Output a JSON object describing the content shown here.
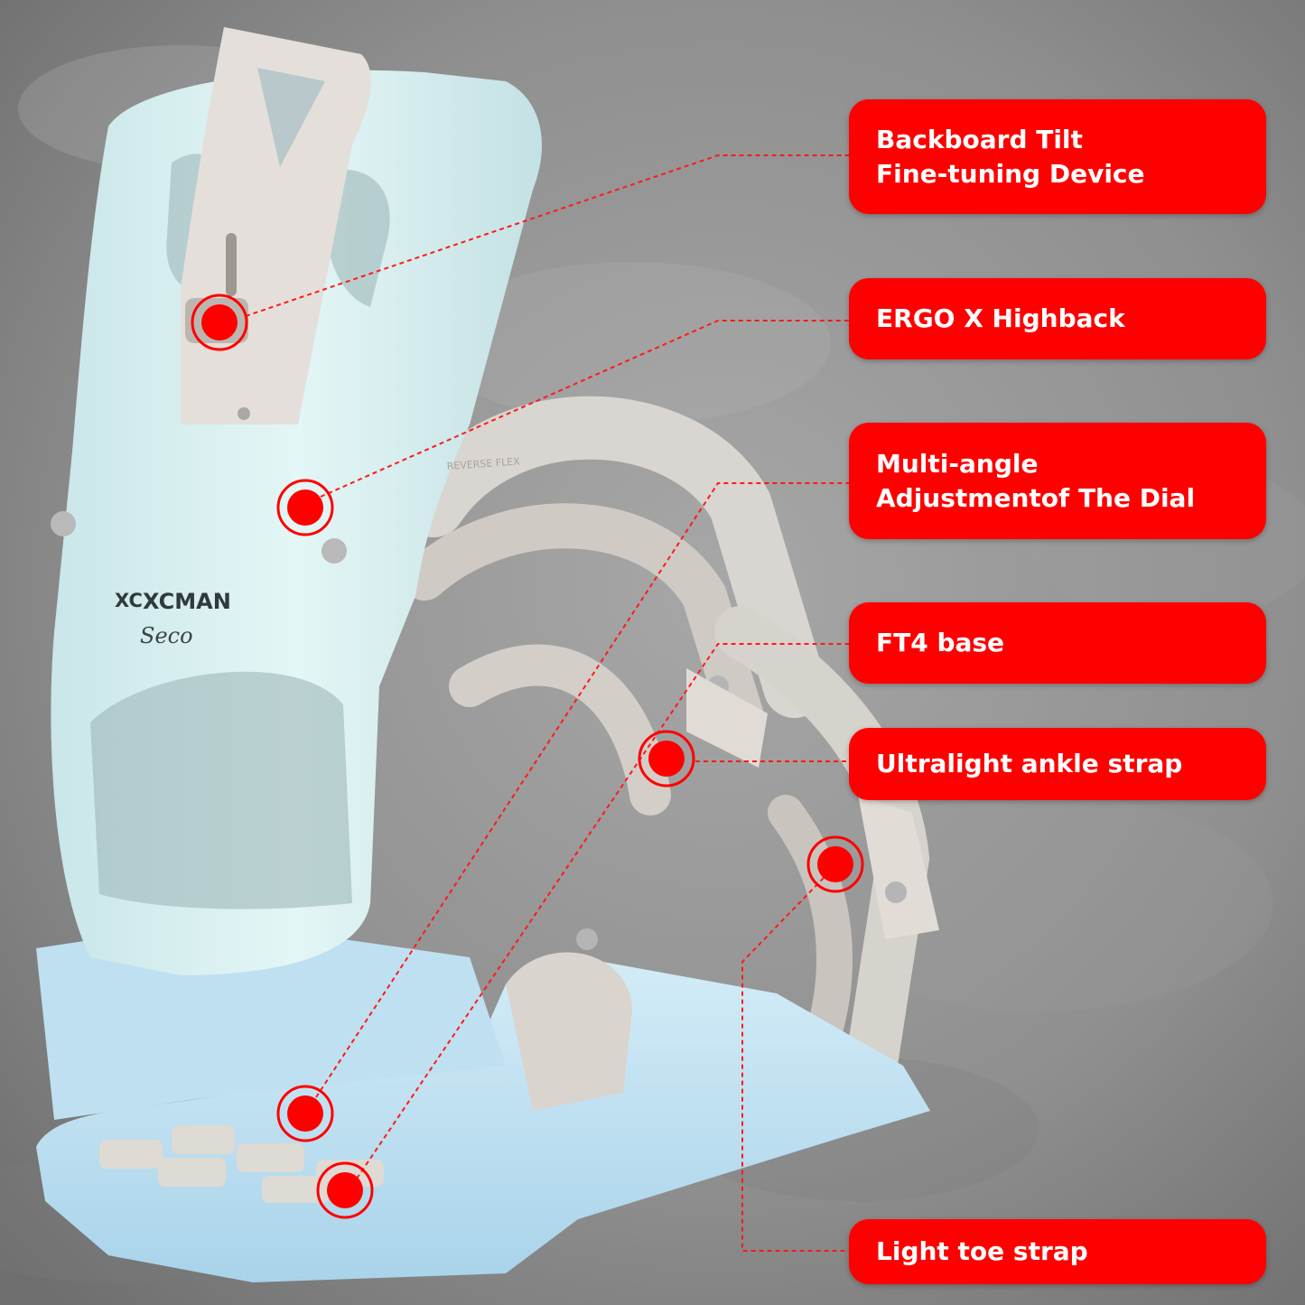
{
  "brand": {
    "logo_mark": "XC",
    "name": "XCMAN",
    "model": "Seco",
    "stamp": "REVERSE FLEX"
  },
  "callouts": [
    {
      "id": "backboard-tilt",
      "line1": "Backboard Tilt",
      "line2": "Fine-tuning Device"
    },
    {
      "id": "ergo-x-highback",
      "line1": "ERGO X Highback"
    },
    {
      "id": "multi-angle-dial",
      "line1": "Multi-angle",
      "line2": "Adjustmentof The Dial"
    },
    {
      "id": "ft4-base",
      "line1": "FT4 base"
    },
    {
      "id": "ankle-strap",
      "line1": "Ultralight ankle strap"
    },
    {
      "id": "toe-strap",
      "line1": "Light toe strap"
    }
  ],
  "colors": {
    "callout_red": "#ff0000",
    "highback": "#daf1f2",
    "base": "#c6e4f3",
    "strap": "#dcd8d3",
    "background": "#8e8e8e"
  }
}
